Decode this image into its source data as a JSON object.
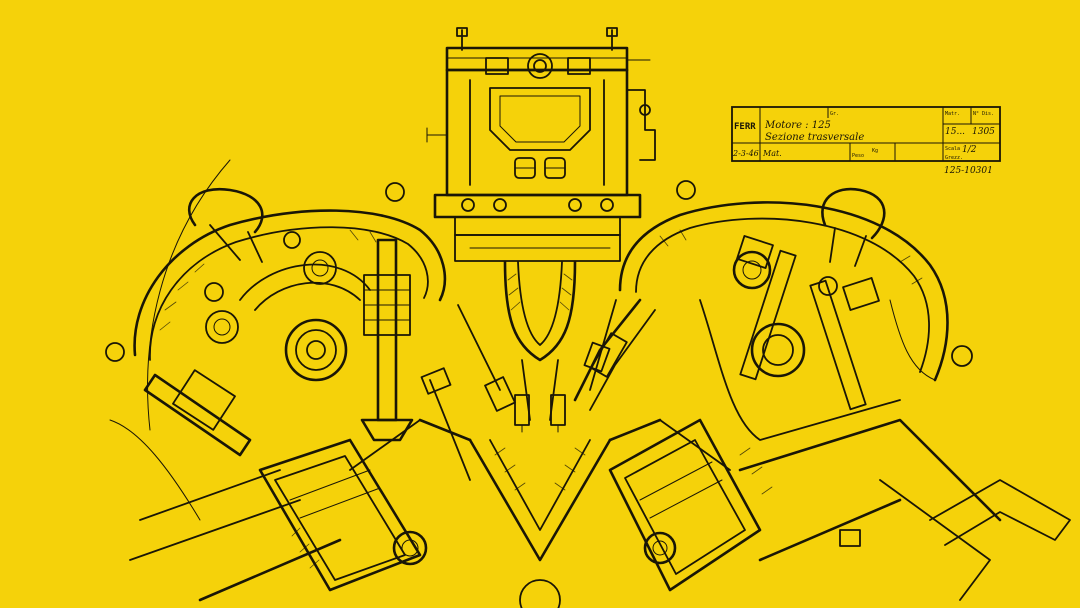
{
  "drawing": {
    "background_color": "#f5d20a",
    "ink_color": "#1a1606"
  },
  "title_block": {
    "company_mark": "FERR",
    "engine_label": "Motore : 125",
    "section_label": "Sezione trasversale",
    "revision_date": "2-3-46",
    "material_label": "Mat.",
    "header_small_1": "Gr.",
    "header_small_2": "Matr.",
    "header_small_3": "N° Dis.",
    "header_value_1": "15...",
    "header_value_2": "1305",
    "weight_label": "Peso",
    "weight_value": "Kg",
    "scale_label": "Scala",
    "scale_value": "1/2",
    "grezzo_label": "Grezz.",
    "drawing_number": "125-10301"
  }
}
